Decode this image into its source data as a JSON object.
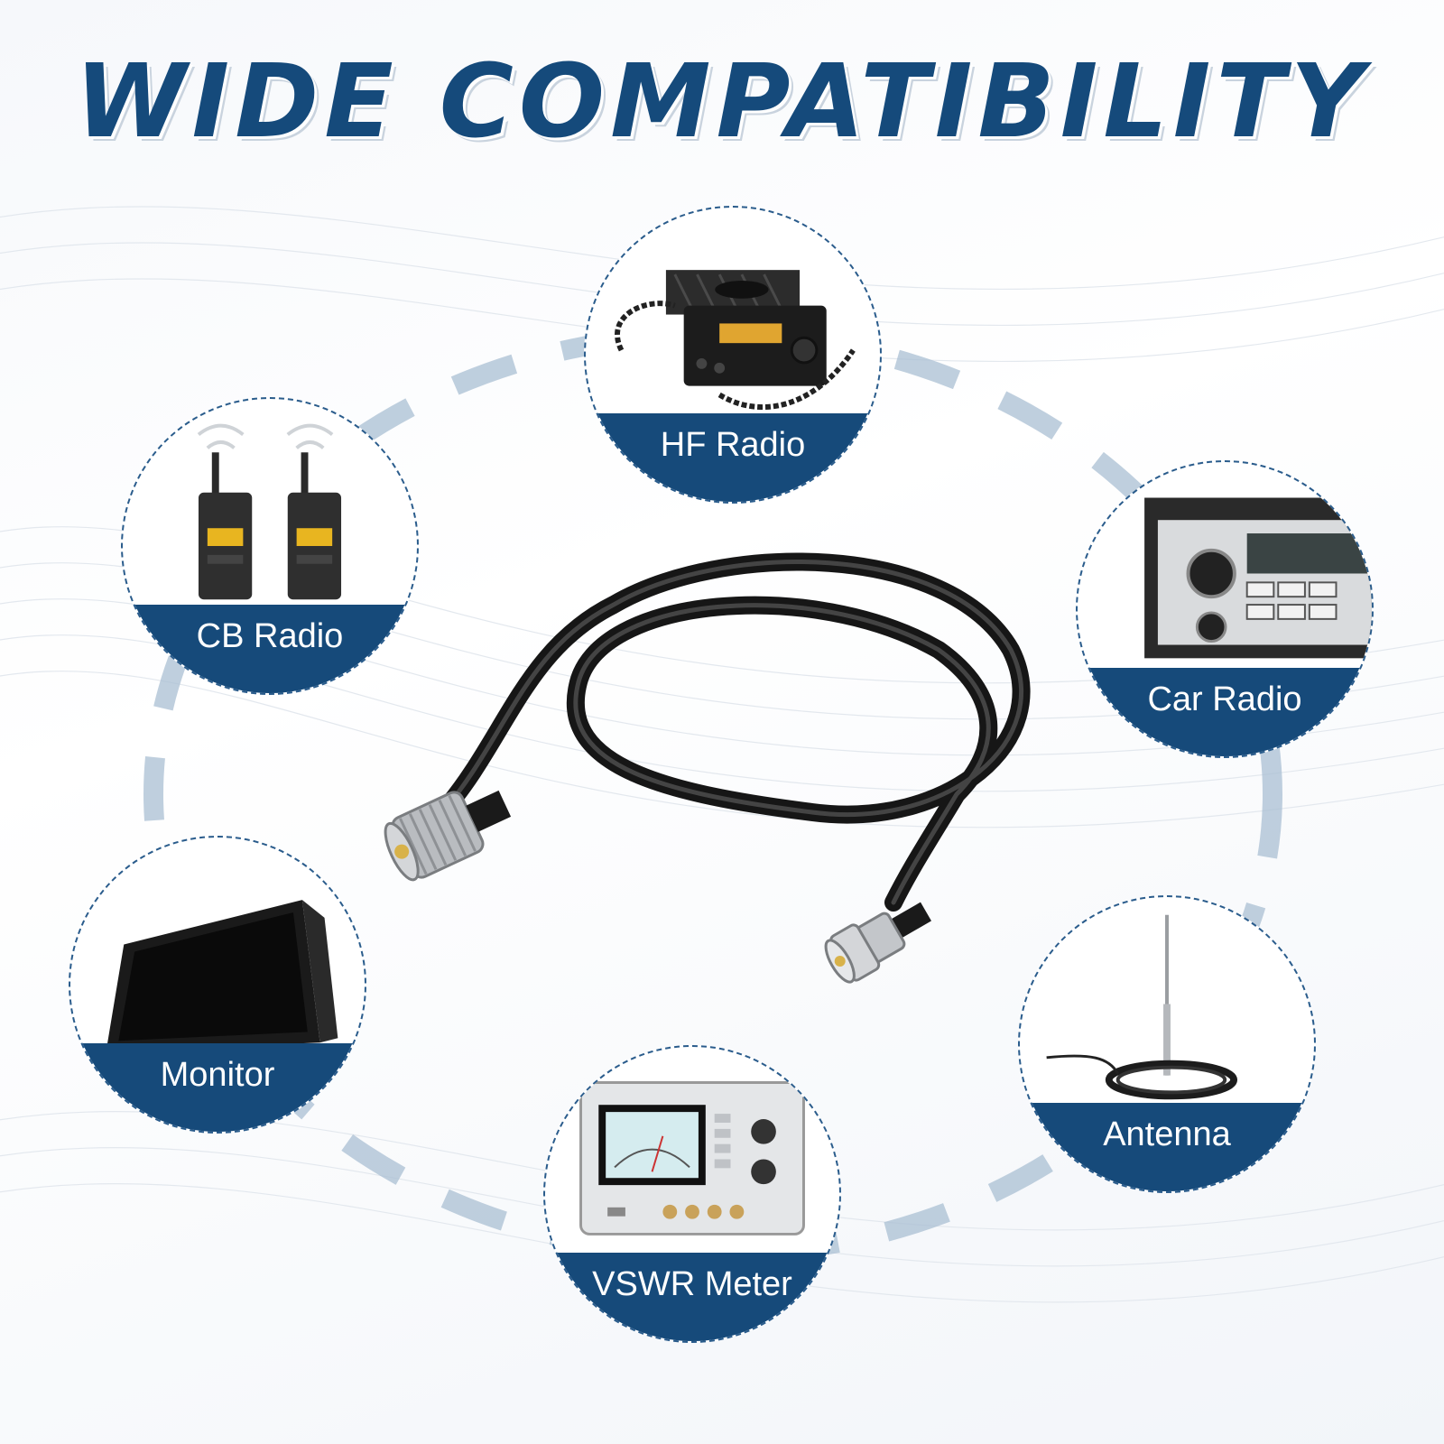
{
  "headline": "WIDE COMPATIBILITY",
  "colors": {
    "brand_blue": "#164a7a",
    "ring_dash": "#a9bfd3",
    "background": "#f6f8fb"
  },
  "devices": [
    {
      "id": "hf-radio",
      "label": "HF Radio",
      "icon": "hf-transceiver-icon"
    },
    {
      "id": "cb-radio",
      "label": "CB Radio",
      "icon": "walkie-talkie-icon"
    },
    {
      "id": "car-radio",
      "label": "Car Radio",
      "icon": "car-stereo-icon"
    },
    {
      "id": "monitor",
      "label": "Monitor",
      "icon": "monitor-icon"
    },
    {
      "id": "antenna",
      "label": "Antenna",
      "icon": "antenna-icon"
    },
    {
      "id": "vswr-meter",
      "label": "VSWR Meter",
      "icon": "vswr-meter-icon"
    }
  ],
  "center_product": {
    "icon": "coax-cable-icon"
  }
}
